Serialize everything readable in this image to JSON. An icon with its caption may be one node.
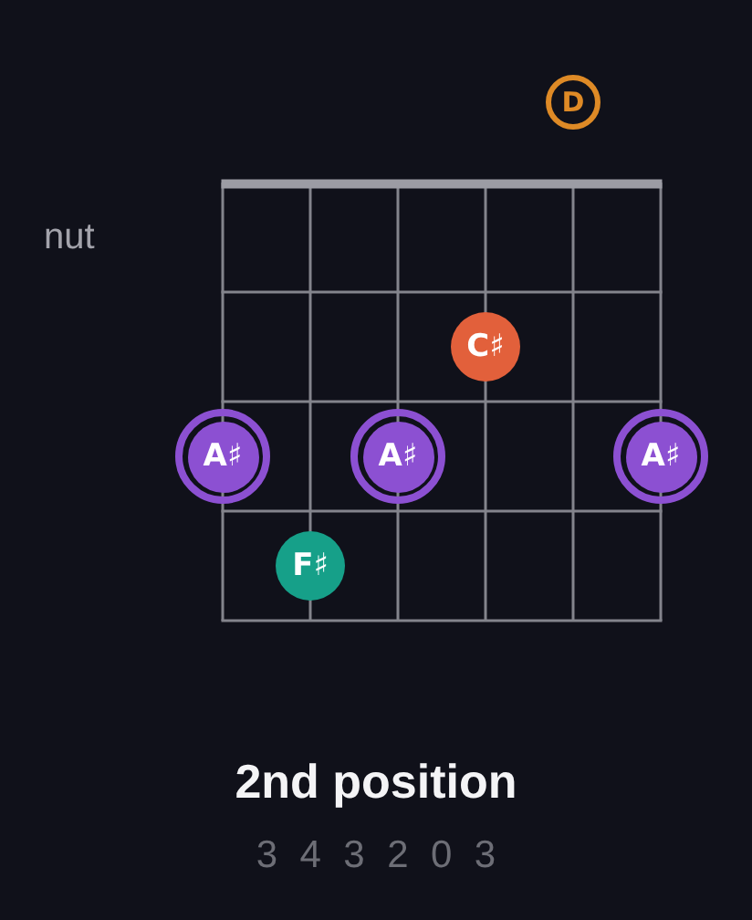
{
  "diagram": {
    "title": "2nd position",
    "nodes": [
      {
        "text": [
          "D"
        ]
      },
      {
        "text": [
          "C♯"
        ]
      },
      {
        "text": [
          "A♯"
        ]
      },
      {
        "text": [
          "A♯"
        ]
      },
      {
        "text": [
          "A♯"
        ]
      },
      {
        "text": [
          "F♯"
        ]
      }
    ],
    "labels": [
      "nut",
      "3 4 3 2 0 3"
    ]
  }
}
